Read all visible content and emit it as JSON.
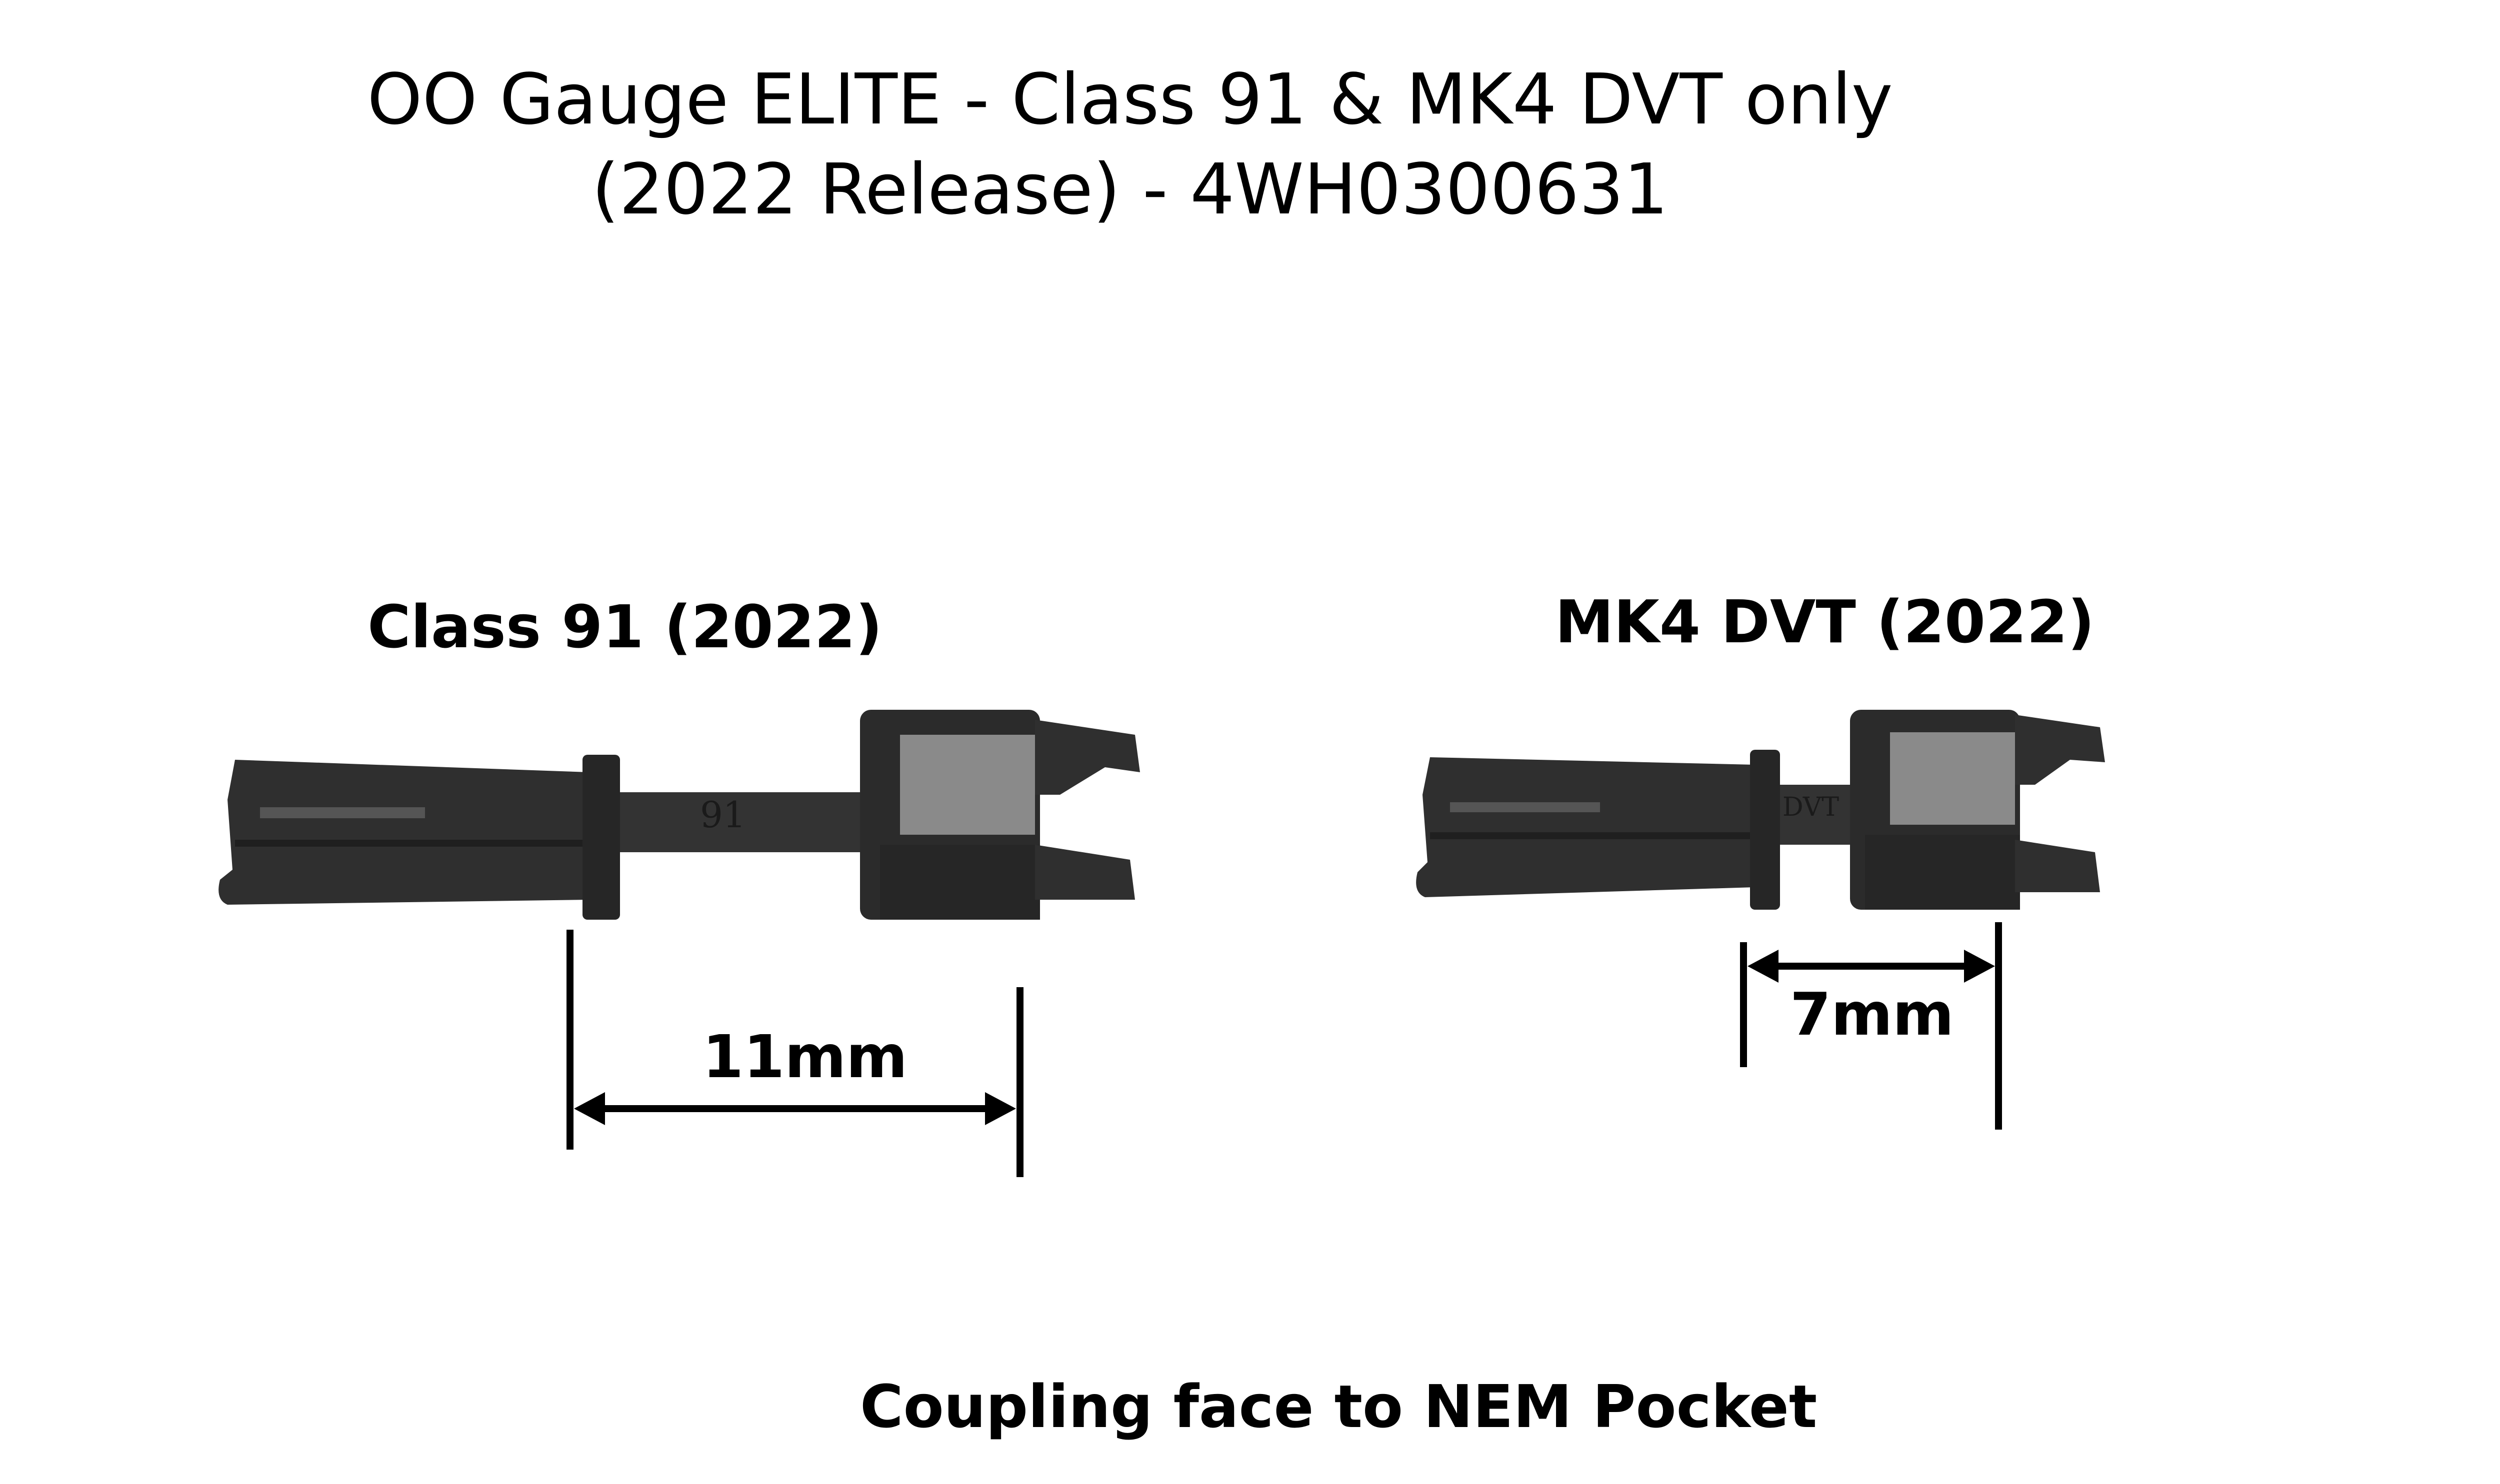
{
  "title": {
    "line1": "OO Gauge ELITE - Class 91 & MK4 DVT only",
    "line2": "(2022 Release) - 4WH0300631"
  },
  "parts": [
    {
      "label": "Class 91 (2022)",
      "dimension": "11mm",
      "stamp": "91"
    },
    {
      "label": "MK4 DVT (2022)",
      "dimension": "7mm",
      "stamp": "DVT"
    }
  ],
  "footer": "Coupling face to NEM Pocket",
  "colors": {
    "background": "#ffffff",
    "text": "#000000",
    "part_body": "#2f2f2f",
    "part_highlight": "#5a5a5a",
    "part_face": "#8a8a8a"
  }
}
